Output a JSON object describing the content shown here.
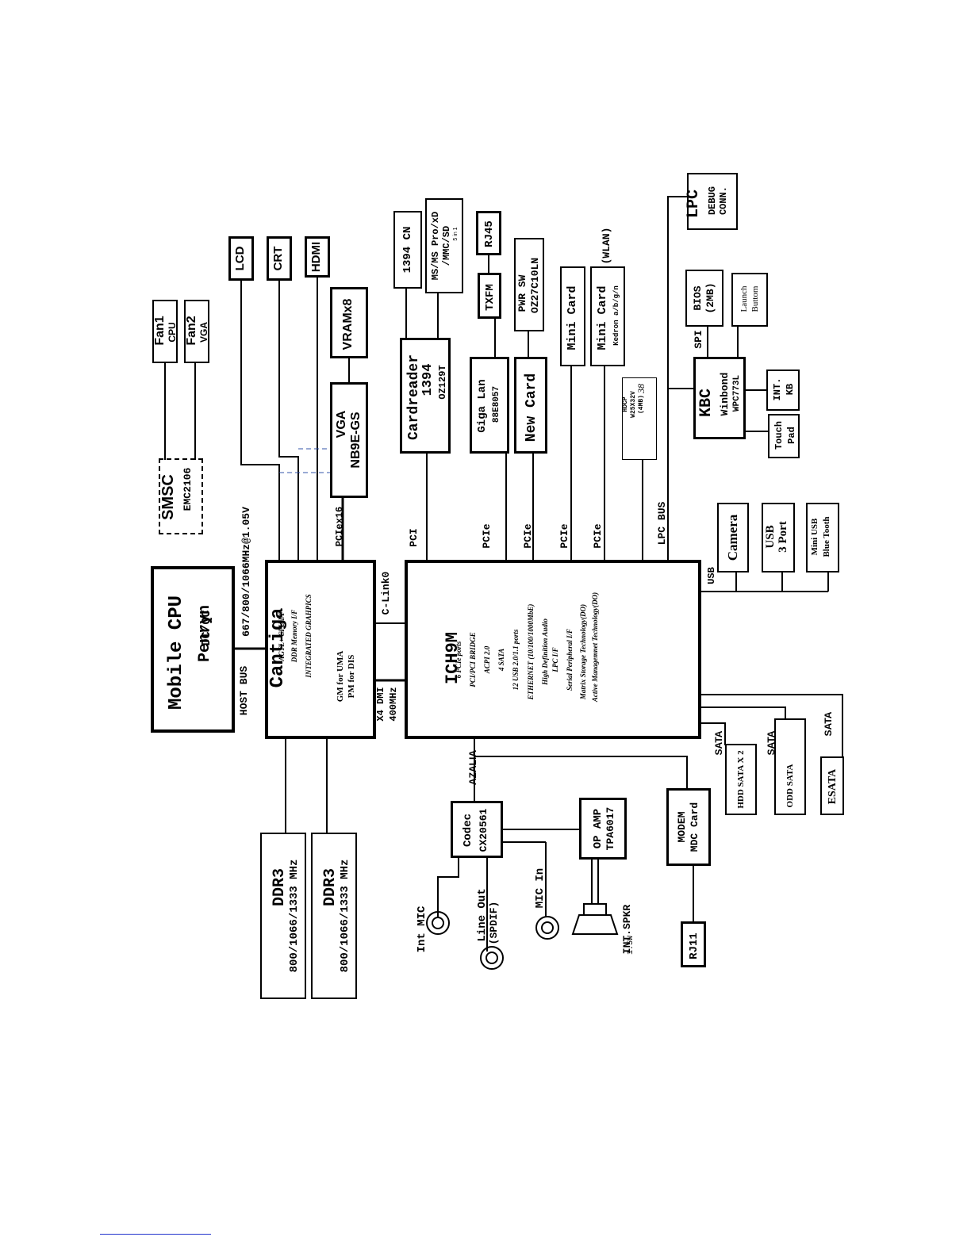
{
  "cpu": {
    "title": "Mobile CPU",
    "model": "Penryn",
    "variant": "DC/QC"
  },
  "host_bus": {
    "label": "HOST BUS",
    "speed": "667/800/1066MHz@1.05V"
  },
  "smsc": {
    "name": "SMSC",
    "part": "EMC2106"
  },
  "fans": [
    {
      "name": "Fan1",
      "sub": "CPU"
    },
    {
      "name": "Fan2",
      "sub": "VGA"
    }
  ],
  "displays": [
    "LCD",
    "CRT",
    "HDMI"
  ],
  "vram": "VRAMx8",
  "vga": {
    "name": "VGA",
    "part": "NB9E-GS"
  },
  "pcie16": "PCIex16",
  "cantiga": {
    "name": "Cantiga",
    "features": [
      "AGTL+ CPU I/F",
      "DDR Memory I/F",
      "INTEGRATED GRAHPICS"
    ],
    "notes": [
      "GM for UMA",
      "PM for DIS"
    ]
  },
  "dmi": {
    "width": "X4 DMI",
    "speed": "400MHz"
  },
  "clink": "C-Link0",
  "ddr": [
    {
      "name": "DDR3",
      "speed": "800/1066/1333 MHz"
    },
    {
      "name": "DDR3",
      "speed": "800/1066/1333 MHz"
    }
  ],
  "ich": {
    "name": "ICH9M",
    "features": [
      "6 PCIe ports",
      "PCI/PCI BRIDGE",
      "ACPI 2.0",
      "4 SATA",
      "12 USB 2.0/1.1 ports",
      "ETHERNET (10/100/1000MbE)",
      "High Definition Audio",
      "LPC I/F",
      "Serial Peripheral I/F",
      "Matrix Storage Technology(DO)",
      "Active Managemnet Technology(DO)"
    ]
  },
  "bus_labels": {
    "pci": "PCI",
    "pcie": "PCIe",
    "lpc": "LPC BUS",
    "usb": "USB",
    "azalia": "AZALIA",
    "sata": "SATA"
  },
  "cardreader": {
    "name": "Cardreader",
    "sub": "1394",
    "part": "OZ129T"
  },
  "cn1394": "1394 CN",
  "mscard": {
    "line1": "MS/MS Pro/xD",
    "line2": "/MMC/SD",
    "line3": "5 in 1"
  },
  "giga_lan": {
    "name": "Giga Lan",
    "part": "88E8057"
  },
  "txfm": "TXFM",
  "rj45": "RJ45",
  "new_card": "New Card",
  "pwr_sw": {
    "name": "PWR SW",
    "part": "OZ27C10LN"
  },
  "mini_card1": "Mini Card",
  "mini_card2": {
    "name": "Mini Card",
    "sub": "Kedron  a/b/g/n"
  },
  "wlan": "(WLAN)",
  "hdcp": {
    "line1": "HDCP",
    "line2": "W25X32V",
    "line3": "(4MB)",
    "tag": "38"
  },
  "lpc_debug": {
    "name": "LPC",
    "line1": "DEBUG",
    "line2": "CONN."
  },
  "kbc": {
    "name": "KBC",
    "vendor": "Winbond",
    "part": "WPC773L"
  },
  "spi": "SPI",
  "bios": {
    "name": "BIOS",
    "size": "(2MB)"
  },
  "launch": {
    "line1": "Launch",
    "line2": "Buttom"
  },
  "int_kb": {
    "line1": "INT.",
    "line2": "KB"
  },
  "touch_pad": {
    "line1": "Touch",
    "line2": "Pad"
  },
  "camera": "Camera",
  "usb_port": {
    "line1": "USB",
    "line2": "3 Port"
  },
  "mini_usb": {
    "line1": "Mini USB",
    "line2": "Blue Tooth"
  },
  "hdd": "HDD SATA X 2",
  "odd": "ODD SATA",
  "esata": "ESATA",
  "modem": {
    "line1": "MODEM",
    "line2": "MDC Card"
  },
  "rj11": "RJ11",
  "codec": {
    "name": "Codec",
    "part": "CX20561"
  },
  "op_amp": {
    "name": "OP AMP",
    "part": "TPA6017"
  },
  "audio": {
    "int_mic": "Int MIC",
    "line_out": "Line Out",
    "spdif": "(SPDIF)",
    "mic_in": "MIC In",
    "spkr": "INT.SPKR",
    "spkr_w": "1.5W"
  }
}
